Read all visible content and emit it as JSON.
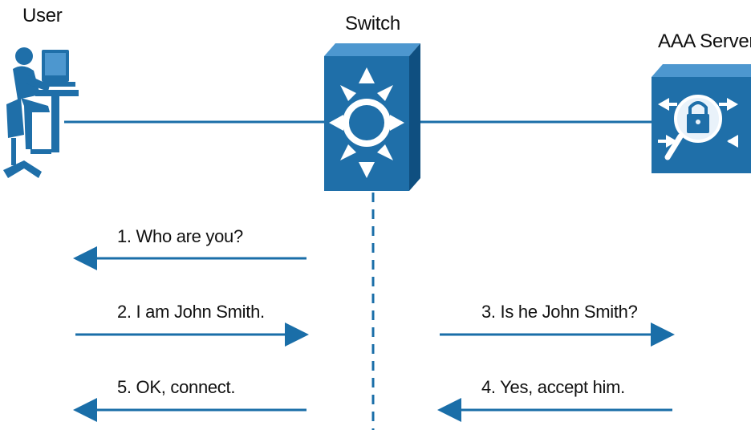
{
  "nodes": {
    "user": {
      "label": "User",
      "icon": "user-at-workstation-icon"
    },
    "switch": {
      "label": "Switch",
      "icon": "multilayer-switch-icon"
    },
    "server": {
      "label": "AAA Server",
      "icon": "aaa-server-padlock-icon"
    }
  },
  "messages": [
    {
      "id": "m1",
      "text": "1. Who are you?",
      "direction": "to-user"
    },
    {
      "id": "m2",
      "text": "2. I am John Smith.",
      "direction": "to-switch"
    },
    {
      "id": "m3",
      "text": "3. Is he John Smith?",
      "direction": "to-server"
    },
    {
      "id": "m4",
      "text": "4. Yes, accept him.",
      "direction": "to-switch"
    },
    {
      "id": "m5",
      "text": "5. OK, connect.",
      "direction": "to-user"
    }
  ],
  "colors": {
    "accent": "#1a6ea8",
    "icon_fill": "#1f6fa9",
    "icon_dark": "#0f4f80",
    "text": "#111111"
  }
}
